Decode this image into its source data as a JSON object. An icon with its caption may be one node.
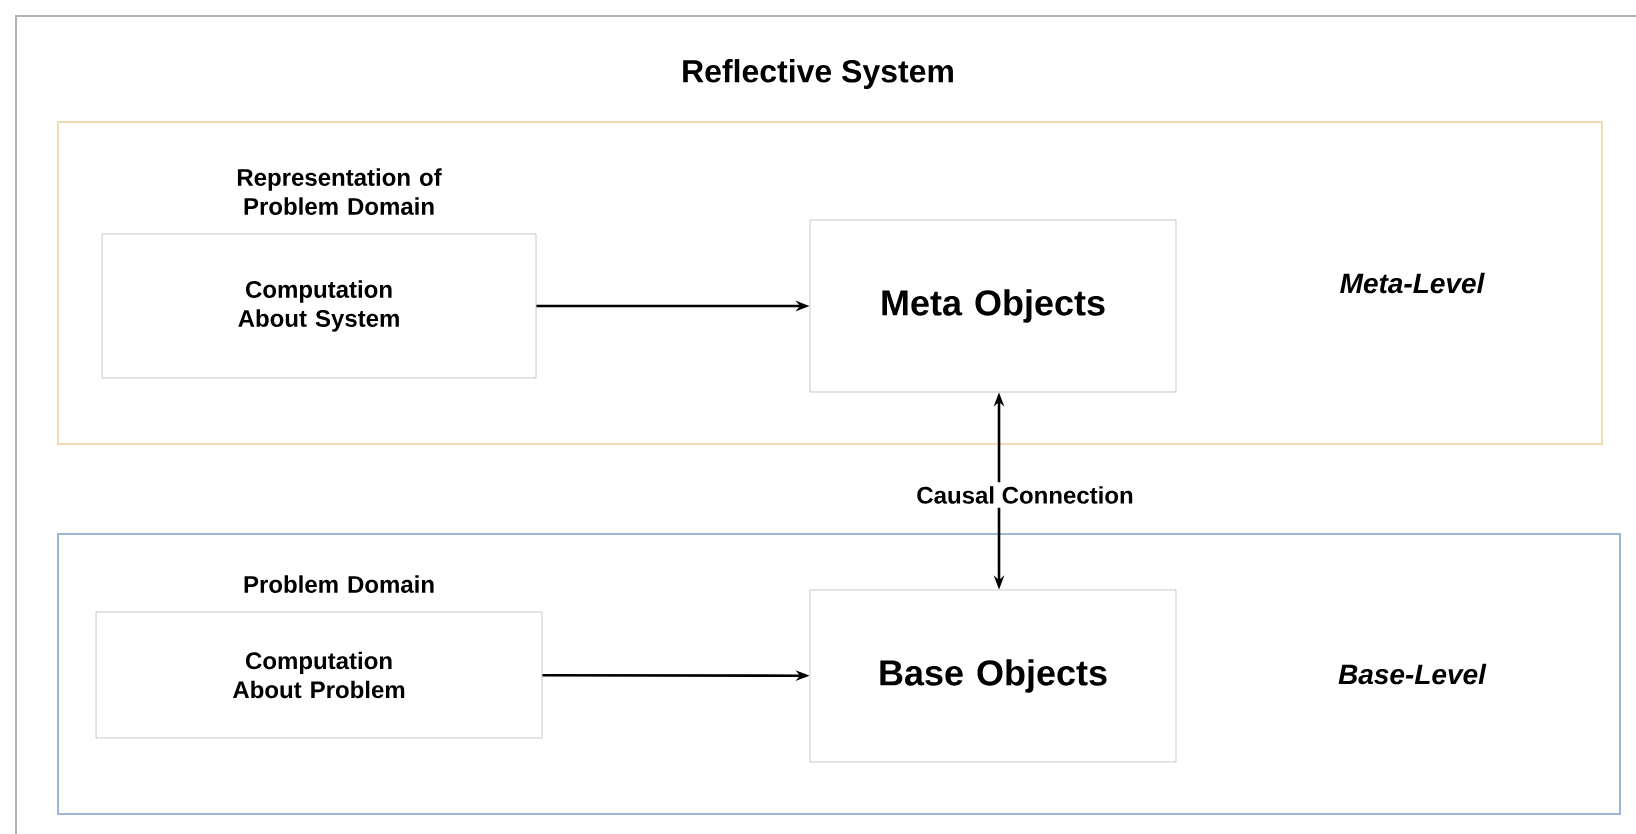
{
  "diagram": {
    "title": "Reflective System",
    "nodes": [
      {
        "text": [
          "Meta-Level"
        ]
      },
      {
        "text": [
          "Computation About System"
        ],
        "beside": [
          "Representation of Problem Domain"
        ],
        "in": 0
      },
      {
        "text": [
          "Meta Objects"
        ],
        "in": 0
      },
      {
        "text": [
          "Base-Level"
        ]
      },
      {
        "text": [
          "Computation About Problem"
        ],
        "beside": [
          "Problem Domain"
        ],
        "in": 3
      },
      {
        "text": [
          "Base Objects"
        ],
        "in": 3
      }
    ],
    "edges": [
      {
        "from": 1,
        "to": 2,
        "arrow": "to"
      },
      {
        "from": 4,
        "to": 5,
        "arrow": "to"
      },
      {
        "from": 2,
        "to": 5,
        "arrow": "both",
        "label": "Causal Connection"
      }
    ]
  }
}
